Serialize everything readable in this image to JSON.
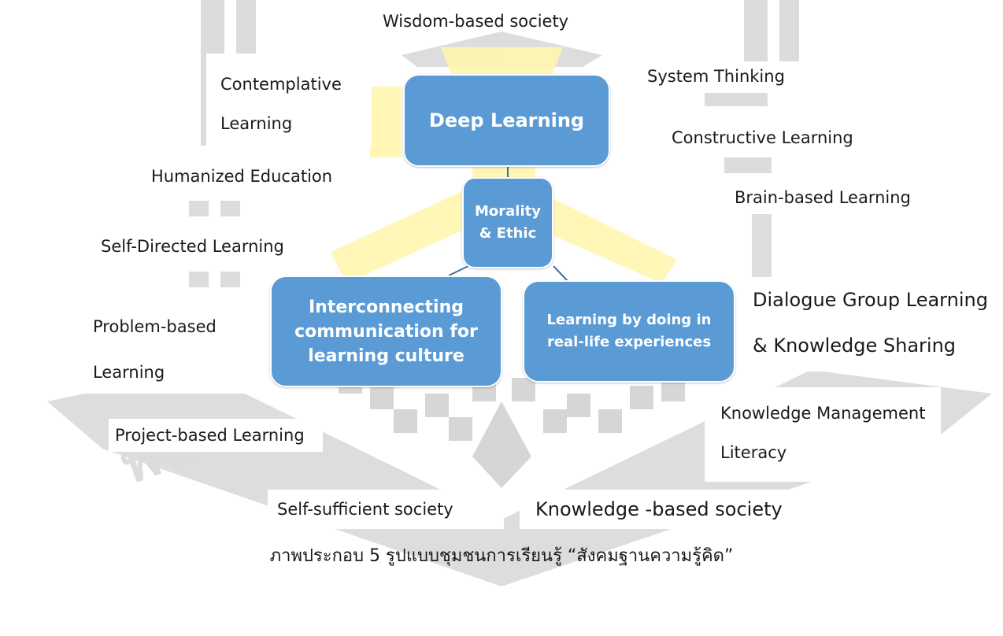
{
  "diagram": {
    "top_label": "Wisdom-based society",
    "center_node": {
      "line1": "Morality",
      "line2": "& Ethic"
    },
    "top_node": "Deep Learning",
    "left_node": {
      "line1": "Interconnecting",
      "line2": "communication for",
      "line3": "learning culture"
    },
    "right_node": {
      "line1": "Learning by doing in",
      "line2": "real-life experiences"
    },
    "left_labels": {
      "contemplative": {
        "line1": "Contemplative",
        "line2": "Learning"
      },
      "humanized": "Humanized Education",
      "self_directed": "Self-Directed Learning",
      "problem_based": {
        "line1": "Problem-based",
        "line2": "Learning"
      },
      "project_based": "Project-based Learning"
    },
    "right_labels": {
      "system_thinking": "System Thinking",
      "constructive": "Constructive Learning",
      "brain_based": "Brain-based Learning",
      "dialogue": {
        "line1": "Dialogue Group Learning",
        "line2": "& Knowledge Sharing"
      },
      "km_literacy": {
        "line1": "Knowledge Management",
        "line2": "Literacy"
      }
    },
    "bottom_left_label": "Self-sufficient society",
    "bottom_right_label": "Knowledge -based society"
  },
  "caption": "ภาพประกอบ 5 รูปแบบชุมชนการเรียนรู้ “สังคมฐานความรู้คิด”",
  "colors": {
    "node_fill": "#5b9bd5",
    "node_border": "#ffffff",
    "watermark_gray": "#d9d9d9",
    "watermark_yellow": "#fff6b0"
  }
}
